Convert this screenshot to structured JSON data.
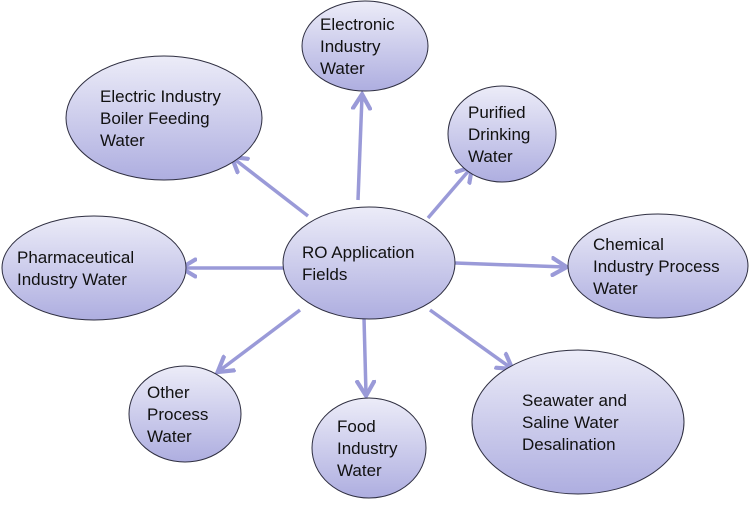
{
  "colors": {
    "arrow": "#9a9ad8",
    "fill_top": "#ececf8",
    "fill_bottom": "#aeaee0",
    "outline": "#2e2e40"
  },
  "center": {
    "lines": [
      "RO Application",
      "Fields"
    ]
  },
  "nodes": [
    {
      "id": "electronic",
      "lines": [
        "Electronic",
        "Industry",
        "Water"
      ]
    },
    {
      "id": "boiler",
      "lines": [
        "Electric Industry",
        "Boiler Feeding",
        "Water"
      ]
    },
    {
      "id": "purified",
      "lines": [
        "Purified",
        "Drinking",
        "Water"
      ]
    },
    {
      "id": "pharma",
      "lines": [
        "Pharmaceutical",
        "Industry Water"
      ]
    },
    {
      "id": "chemical",
      "lines": [
        "Chemical",
        "Industry Process",
        "Water"
      ]
    },
    {
      "id": "other",
      "lines": [
        "Other",
        "Process",
        "Water"
      ]
    },
    {
      "id": "food",
      "lines": [
        "Food",
        "Industry",
        "Water"
      ]
    },
    {
      "id": "seawater",
      "lines": [
        "Seawater and",
        "Saline Water",
        "Desalination"
      ]
    }
  ]
}
